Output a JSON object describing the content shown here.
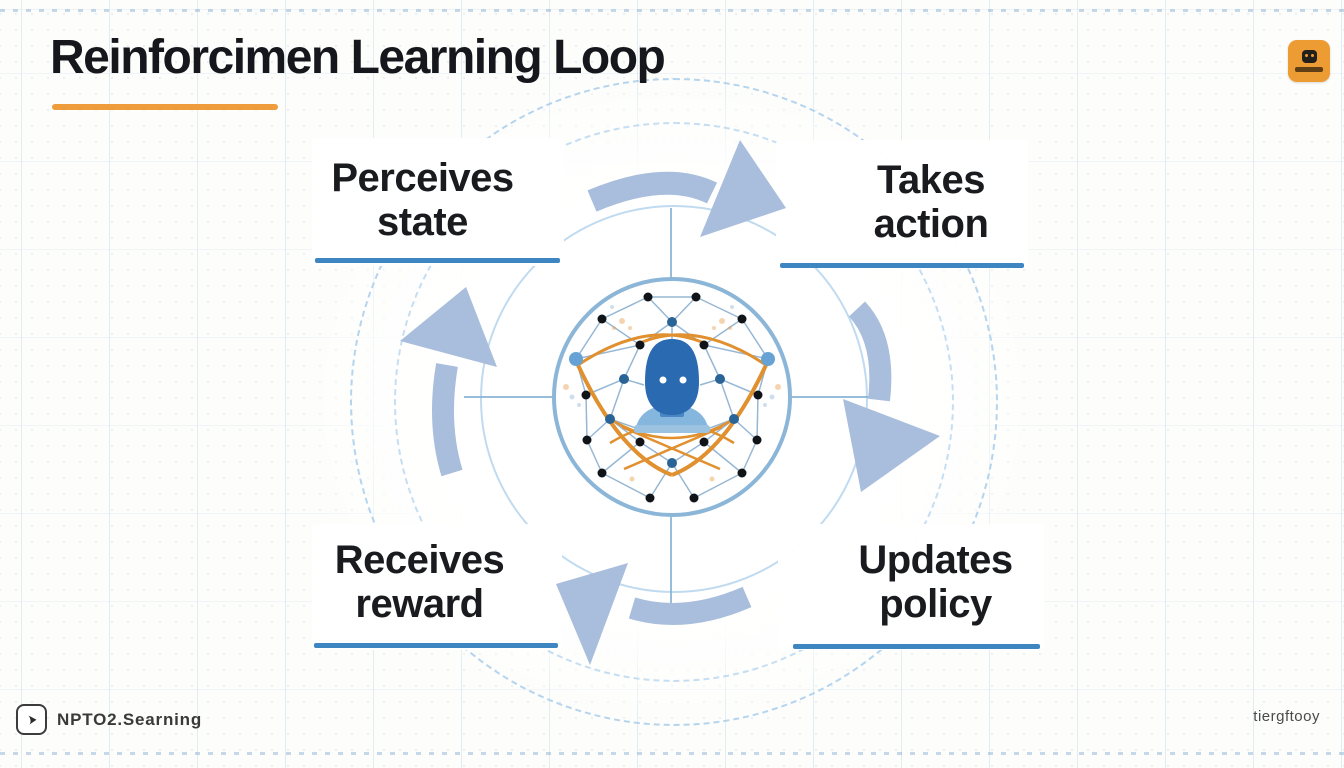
{
  "slide": {
    "title": "Reinforcimen Learning Loop",
    "footer_brand": "NPTO2.Searning",
    "footer_credit": "tiergftooy"
  },
  "diagram": {
    "flow_direction": "clockwise",
    "center_illustration": "agent-head-neural-network-in-circle",
    "steps": [
      {
        "id": "perceives-state",
        "line1": "Perceives",
        "line2": "state",
        "position": "top-left"
      },
      {
        "id": "takes-action",
        "line1": "Takes",
        "line2": "action",
        "position": "top-right"
      },
      {
        "id": "receives-reward",
        "line1": "Receives",
        "line2": "reward",
        "position": "bottom-left"
      },
      {
        "id": "updates-policy",
        "line1": "Updates",
        "line2": "policy",
        "position": "bottom-right"
      }
    ]
  },
  "icons": {
    "header_logo": "orange-robot-app-logo",
    "footer_logo": "rounded-square-play-logo"
  },
  "colors": {
    "title_text": "#15171C",
    "accent_orange": "#EF9D3C",
    "step_underline_blue": "#3E86C1",
    "arrow_fill": "#A8BEDC",
    "circle_stroke": "#8CB6D8",
    "dashed_circle": "#BCD7EC",
    "agent_blue": "#2A6AB0",
    "network_orange": "#E0902E",
    "node_black": "#101418",
    "node_light_blue": "#66A3D4"
  }
}
